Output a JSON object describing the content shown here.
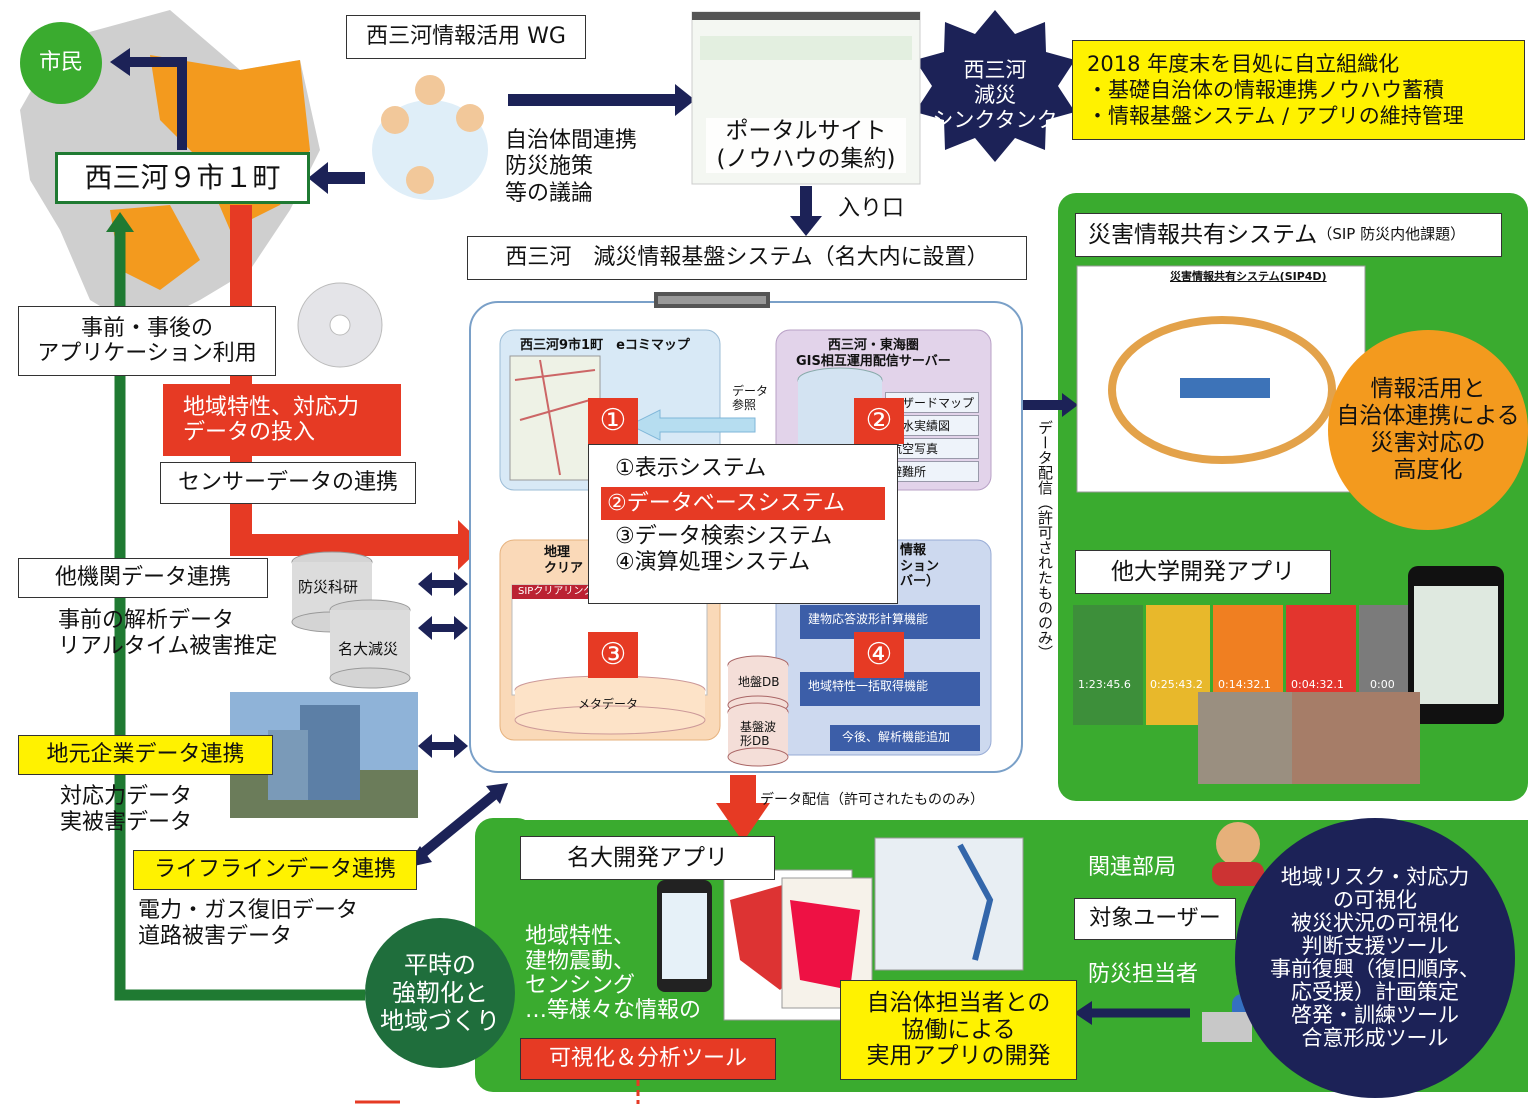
{
  "colors": {
    "navy": "#1c2257",
    "green_panel": "#3aab2f",
    "dark_green": "#1f7a32",
    "red": "#e63a24",
    "orange": "#f39a1e",
    "yellow": "#fff200"
  },
  "left": {
    "shimin": "市民",
    "city": "西三河９市１町",
    "app_use": "事前・事後の\nアプリケーション利用",
    "regional_data": "地域特性、対応力\nデータの投入",
    "sensor": "センサーデータの連携",
    "other_org": "他機関データ連携",
    "other_org_desc": "事前の解析データ\nリアルタイム被害推定",
    "db_bousai": "防災科研",
    "db_meidai": "名大減災",
    "local_biz": "地元企業データ連携",
    "local_biz_desc": "対応力データ\n実被害データ",
    "lifeline": "ライフラインデータ連携",
    "lifeline_desc": "電力・ガス復旧データ\n道路被害データ",
    "heiji": "平時の\n強靭化と\n地域づくり"
  },
  "top": {
    "wg": "西三河情報活用 WG",
    "wg_desc": "自治体間連携\n防災施策\n等の議論",
    "portal": "ポータルサイト\n(ノウハウの集約)",
    "thinktank": "西三河\n減災\nシンクタンク",
    "plan": "2018 年度末を目処に自立組織化\n・基礎自治体の情報連携ノウハウ蓄積\n・情報基盤システム / アプリの維持管理",
    "entrance": "入り口"
  },
  "center": {
    "system_title": "西三河　減災情報基盤システム（名大内に設置）",
    "emap": "西三河9市1町　eコミマップ",
    "gis": "西三河・東海圏\nGIS相互運用配信サーバー",
    "data_ref": "データ\n参照",
    "gis_items": [
      "ハザードマップ",
      "浸水実績図",
      "航空写真",
      "避難所"
    ],
    "clearing": "地理\nクリア",
    "clearing_ui": "SIPクリアリング",
    "meta": "メタデータ",
    "calc_head": "情報\nション\nバー）",
    "calc1": "建物応答波形計算機能",
    "calc2": "地域特性一括取得機能",
    "calc3": "今後、解析機能追加",
    "db_ground": "地盤DB",
    "db_wave": "基盤波\n形DB",
    "nums": [
      "①",
      "②",
      "③",
      "④"
    ],
    "legend": [
      "①表示システム",
      "②データベースシステム",
      "③データ検索システム",
      "④演算処理システム"
    ],
    "deliver_v": "データ配信（許可されたもののみ）",
    "deliver_h": "データ配信（許可されたもののみ）"
  },
  "right": {
    "sip_title": "災害情報共有システム",
    "sip_sub": "（SIP 防災内他課題）",
    "sip_figure": "災害情報共有システム(SIP4D)",
    "orange": "情報活用と\n自治体連携による\n災害対応の\n高度化",
    "other_univ": "他大学開発アプリ",
    "timers": [
      "1:23:45.6",
      "0:25:43.2",
      "0:14:32.1",
      "0:04:32.1",
      "0:00"
    ]
  },
  "bottom": {
    "meidai_app": "名大開発アプリ",
    "features": "地域特性、\n建物震動、\nセンシング\n…等様々な情報の",
    "viz": "可視化＆分析ツール",
    "collab": "自治体担当者との\n協働による\n実用アプリの開発",
    "kanren": "関連部局",
    "target": "対象ユーザー",
    "bousai": "防災担当者",
    "navy_circle": "地域リスク・対応力\nの可視化\n被災状況の可視化\n判断支援ツール\n事前復興（復旧順序、\n応受援）計画策定\n啓発・訓練ツール\n合意形成ツール"
  }
}
